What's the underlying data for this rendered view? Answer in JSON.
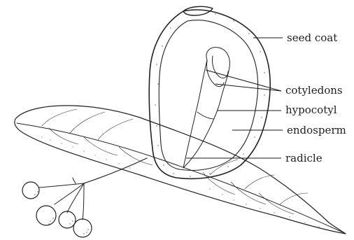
{
  "figure": {
    "labels": {
      "seed_coat": "seed coat",
      "cotyledons": "cotyledons",
      "hypocotyl": "hypocotyl",
      "endosperm": "endosperm",
      "radicle": "radicle"
    },
    "icons": {
      "leaf": "leaf-illustration",
      "seed": "seed-section-illustration",
      "berries": "berry-cluster-illustration"
    }
  }
}
